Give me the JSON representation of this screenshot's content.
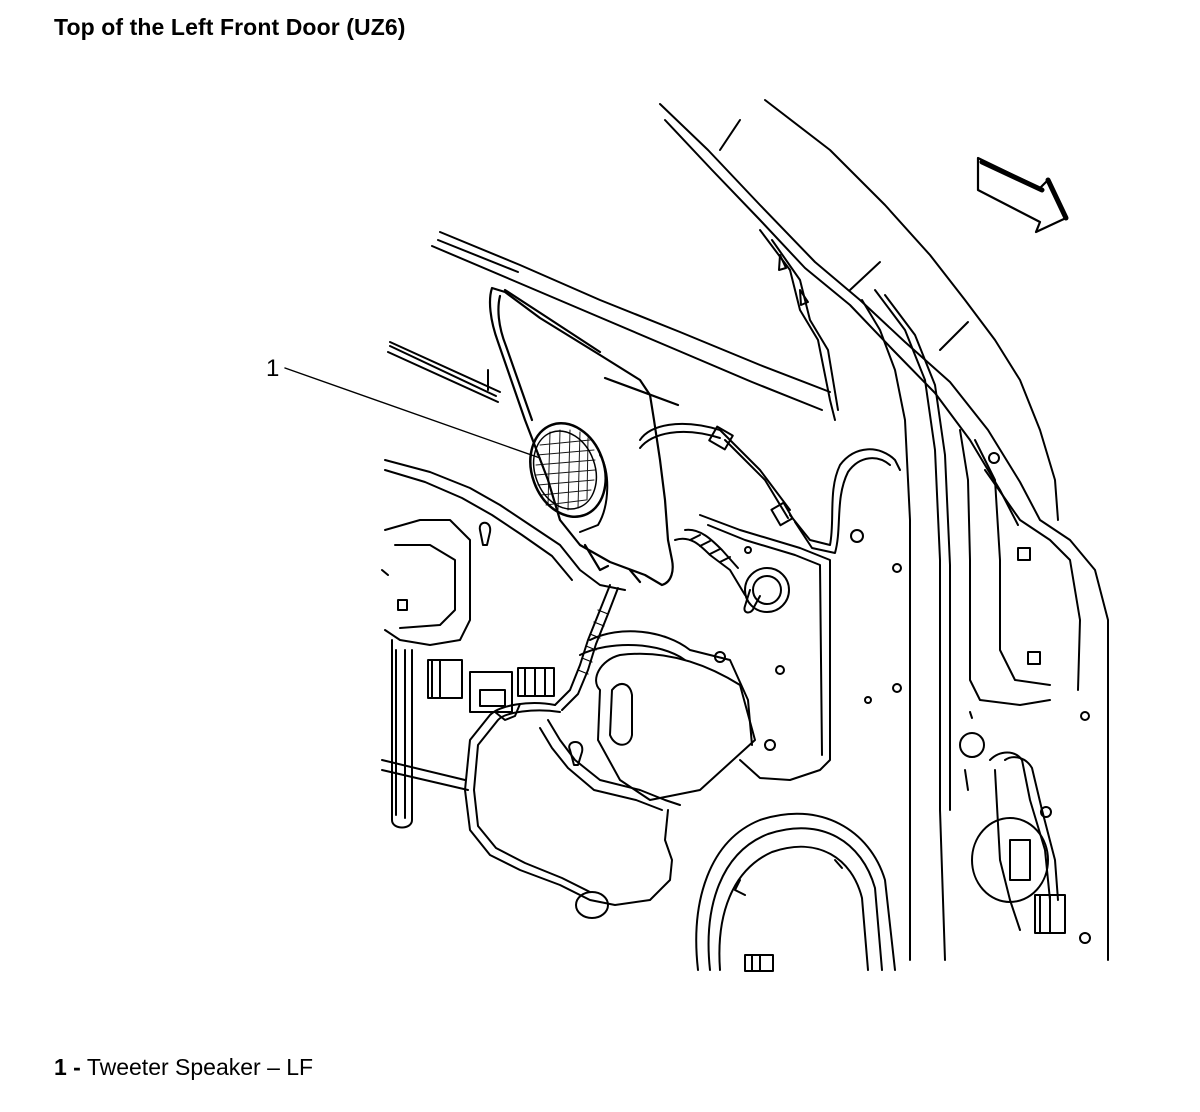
{
  "title": "Top of the Left Front Door (UZ6)",
  "callouts": [
    {
      "number": "1"
    }
  ],
  "legend": [
    {
      "number": "1 -",
      "label": "Tweeter Speaker – LF"
    }
  ],
  "icons": {
    "direction_arrow": "forward-arrow-icon"
  }
}
